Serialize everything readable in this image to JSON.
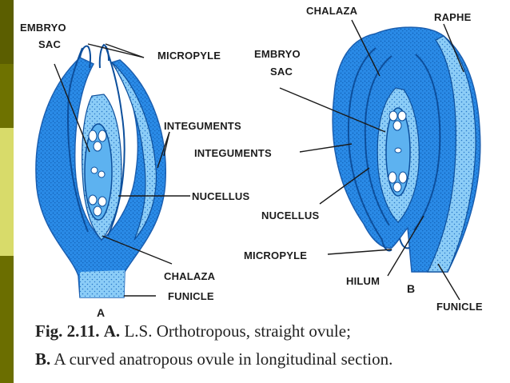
{
  "sidebar_colors": [
    "#5b5e00",
    "#6e7200",
    "#d8db6a",
    "#6b6e00"
  ],
  "diagram_a": {
    "labels": {
      "embryo_sac": [
        "EMBRYO",
        "SAC"
      ],
      "micropyle": "MICROPYLE",
      "integuments": "INTEGUMENTS",
      "nucellus": "NUCELLUS",
      "chalaza": "CHALAZA",
      "funicle": "FUNICLE"
    },
    "sublabel": "A"
  },
  "diagram_b": {
    "labels": {
      "chalaza": "CHALAZA",
      "raphe": "RAPHE",
      "embryo_sac": [
        "EMBRYO",
        "SAC"
      ],
      "integuments": "INTEGUMENTS",
      "nucellus": "NUCELLUS",
      "micropyle": "MICROPYLE",
      "hilum": "HILUM",
      "funicle": "FUNICLE"
    },
    "sublabel": "B"
  },
  "caption": {
    "line1": {
      "fig": "Fig. 2.11.",
      "part_a": "A.",
      "text": "L.S. Orthotropous, straight ovule;"
    },
    "line2": {
      "part_b": "B.",
      "text": "A curved anatropous ovule in longitudinal section."
    }
  },
  "colors": {
    "ovule_blue": "#2a8ae6",
    "light_blue": "#7cc4f5",
    "line": "#1a1a1a"
  }
}
